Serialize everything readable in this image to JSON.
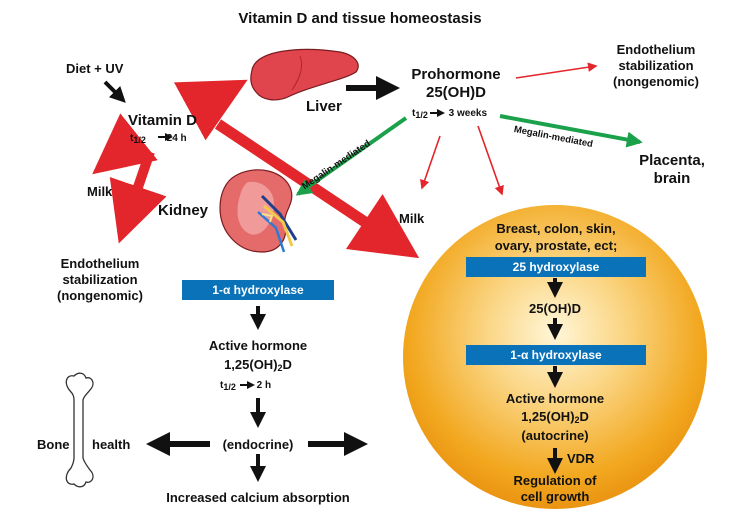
{
  "title": "Vitamin D and tissue homeostasis",
  "inputs": {
    "diet_uv": "Diet + UV",
    "vitamin_d": "Vitamin D",
    "vitamin_d_halflife_prefix": "t",
    "vitamin_d_halflife_sub": "1/2",
    "vitamin_d_halflife_value": "24 h"
  },
  "liver": {
    "label": "Liver"
  },
  "prohormone": {
    "line1": "Prohormone",
    "line2": "25(OH)D",
    "halflife_prefix": "t",
    "halflife_sub": "1/2",
    "halflife_value": "3 weeks"
  },
  "endothelium_top": [
    "Endothelium",
    "stabilization",
    "(nongenomic)"
  ],
  "endothelium_left": [
    "Endothelium",
    "stabilization",
    "(nongenomic)"
  ],
  "milk_left": "Milk",
  "milk_mid": "Milk",
  "megalin_left": "Megalin-mediated",
  "megalin_right": "Megalin-mediated",
  "placenta": [
    "Placenta,",
    "brain"
  ],
  "kidney": {
    "label": "Kidney"
  },
  "kidney_pathway": {
    "enzyme": "1-α hydroxylase",
    "active_hormone": "Active hormone",
    "compound_pre": "1,25(OH)",
    "compound_sub": "2",
    "compound_post": "D",
    "halflife_prefix": "t",
    "halflife_sub": "1/2",
    "halflife_value": "2 h",
    "endocrine": "(endocrine)",
    "bone": "Bone",
    "health": "health",
    "calcium": "Increased calcium absorption"
  },
  "tissue": {
    "line1": "Breast, colon, skin,",
    "line2": "ovary, prostate, ect;",
    "enzyme1": "25 hydroxylase",
    "metabolite": "25(OH)D",
    "enzyme2": "1-α hydroxylase",
    "active_hormone": "Active hormone",
    "compound_pre": "1,25(OH)",
    "compound_sub": "2",
    "compound_post": "D",
    "autocrine": "(autocrine)",
    "vdr": "VDR",
    "regulation1": "Regulation of",
    "regulation2": "cell growth"
  },
  "colors": {
    "red_arrow": "#e3262b",
    "green_arrow": "#1ba14b",
    "black_arrow": "#111111",
    "enzyme_bar": "#0a72b8",
    "cell_orange": "#f2a71e",
    "liver": "#e0454d"
  }
}
